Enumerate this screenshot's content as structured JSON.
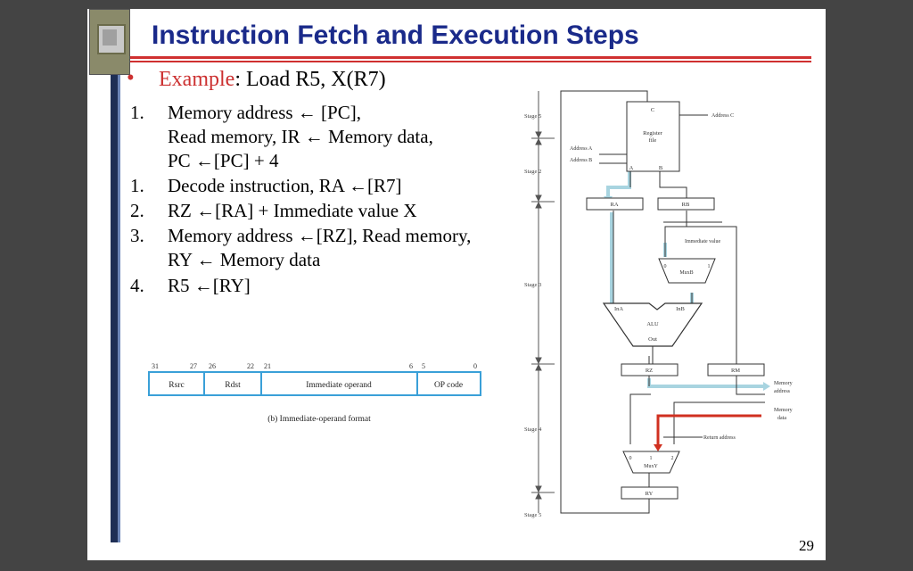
{
  "title": "Instruction Fetch and Execution Steps",
  "example": {
    "bullet": "•",
    "keyword": "Example",
    "text": ":  Load R5, X(R7)"
  },
  "steps": [
    {
      "num": "1.",
      "lines": [
        "Memory address ← [PC],",
        "Read memory, IR ← Memory data,",
        "PC ←[PC] + 4"
      ]
    },
    {
      "num": "1.",
      "lines": [
        "Decode instruction, RA ←[R7]"
      ]
    },
    {
      "num": "2.",
      "lines": [
        "RZ ←[RA] + Immediate value X"
      ]
    },
    {
      "num": "3.",
      "lines": [
        "Memory address ←[RZ], Read memory,",
        "RY ← Memory data"
      ]
    },
    {
      "num": "4.",
      "lines": [
        "R5 ←[RY]"
      ]
    }
  ],
  "format": {
    "bits": [
      "31",
      "27",
      "26",
      "22",
      "21",
      "6",
      "5",
      "0"
    ],
    "fields": [
      "Rsrc",
      "Rdst",
      "Immediate operand",
      "OP code"
    ],
    "caption": "(b) Immediate-operand format",
    "border_color": "#3aa0d8"
  },
  "datapath": {
    "stages": [
      "Stage 5",
      "Stage 2",
      "Stage 3",
      "Stage 4",
      "Stage 5"
    ],
    "register_file": [
      "Register",
      "file"
    ],
    "port_c": "C",
    "port_a": "A",
    "port_b": "B",
    "address_a": "Address A",
    "address_b": "Address B",
    "address_c": "Address C",
    "ra": "RA",
    "rb": "RB",
    "immediate_value": "Immediate value",
    "muxb": "MuxB",
    "muxb_in0": "0",
    "muxb_in1": "1",
    "ina": "InA",
    "inb": "InB",
    "alu": "ALU",
    "out": "Out",
    "rz": "RZ",
    "rm": "RM",
    "memory_address": [
      "Memory",
      "address"
    ],
    "memory_data": [
      "Memory",
      "data"
    ],
    "return_address": "Return address",
    "muxy": "MuxY",
    "muxy_in0": "0",
    "muxy_in1": "1",
    "muxy_in2": "2",
    "ry": "RY",
    "highlight_color": "#a8d4e0",
    "red_path_color": "#d03020"
  },
  "page_number": "29"
}
